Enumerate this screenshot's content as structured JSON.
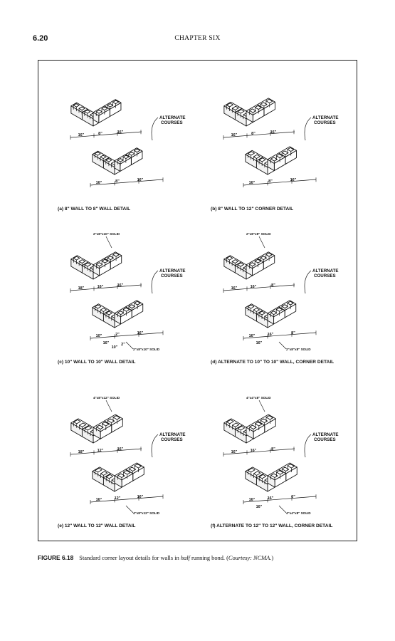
{
  "header": {
    "page_number": "6.20",
    "chapter": "CHAPTER SIX"
  },
  "panels": [
    {
      "title": "(a) 8\" WALL TO 8\" WALL DETAIL",
      "labels": [
        "ALTERNATE",
        "COURSES"
      ],
      "dims": [
        "16\"",
        "8\"",
        "16\"",
        "16\"",
        "8\"",
        "16\""
      ],
      "notes": []
    },
    {
      "title": "(b) 8\" WALL TO 12\" CORNER DETAIL",
      "labels": [
        "ALTERNATE",
        "COURSES"
      ],
      "dims": [
        "16\"",
        "8\"",
        "16\"",
        "16\"",
        "8\"",
        "16\""
      ],
      "notes": []
    },
    {
      "title": "(c) 10\" WALL TO 10\" WALL DETAIL",
      "labels": [
        "ALTERNATE",
        "COURSES"
      ],
      "dims": [
        "18\"",
        "16\"",
        "16\"",
        "10\"",
        "2\"",
        "16\"",
        "16\"",
        "10\"",
        "2\""
      ],
      "notes": [
        "2\"x8\"x10\" SOLID",
        "2\"x8\"x10\" SOLID"
      ]
    },
    {
      "title": "(d) ALTERNATE TO 10\" TO 10\" WALL, CORNER DETAIL",
      "labels": [
        "ALTERNATE",
        "COURSES"
      ],
      "dims": [
        "16\"",
        "16\"",
        "8\"",
        "16\"",
        "16\"",
        "8\"",
        "16\""
      ],
      "notes": [
        "2\"x8\"x8\" SOLID",
        "2\"x8\"x8\" SOLID"
      ]
    },
    {
      "title": "(e) 12\" WALL TO 12\" WALL DETAIL",
      "labels": [
        "ALTERNATE",
        "COURSES"
      ],
      "dims": [
        "18\"",
        "12\"",
        "16\"",
        "16\"",
        "12\"",
        "16\""
      ],
      "notes": [
        "4\"x8\"x12\" SOLID",
        "4\"x8\"x12\" SOLID"
      ]
    },
    {
      "title": "(f) ALTERNATE TO 12\" TO 12\" WALL, CORNER DETAIL",
      "labels": [
        "ALTERNATE",
        "COURSES"
      ],
      "dims": [
        "16\"",
        "16\"",
        "8\"",
        "16\"",
        "16\"",
        "6\"",
        "16\""
      ],
      "notes": [
        "4\"x4\"x8\" SOLID",
        "4\"x4\"x8\" SOLID"
      ]
    }
  ],
  "caption": {
    "label": "FIGURE 6.18",
    "text_before": "Standard corner layout details for walls in ",
    "text_italic": "half",
    "text_after": " running bond. (",
    "courtesy": "Courtesy: NCMA.",
    "text_end": ")"
  }
}
